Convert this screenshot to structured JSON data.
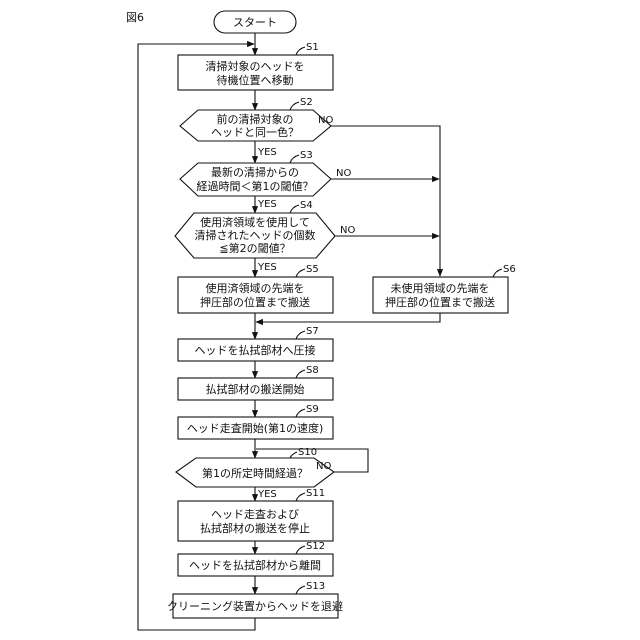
{
  "figure_label": "図6",
  "start": "スタート",
  "steps": {
    "s1": {
      "id": "S1",
      "lines": [
        "清掃対象のヘッドを",
        "待機位置へ移動"
      ]
    },
    "s2": {
      "id": "S2",
      "lines": [
        "前の清掃対象の",
        "ヘッドと同一色？"
      ]
    },
    "s3": {
      "id": "S3",
      "lines": [
        "最新の清掃からの",
        "経過時間＜第1の閾値？"
      ]
    },
    "s4": {
      "id": "S4",
      "lines": [
        "使用済領域を使用して",
        "清掃されたヘッドの個数",
        "≦第2の閾値？"
      ]
    },
    "s5": {
      "id": "S5",
      "lines": [
        "使用済領域の先端を",
        "押圧部の位置まで搬送"
      ]
    },
    "s6": {
      "id": "S6",
      "lines": [
        "未使用領域の先端を",
        "押圧部の位置まで搬送"
      ]
    },
    "s7": {
      "id": "S7",
      "lines": [
        "ヘッドを払拭部材へ圧接"
      ]
    },
    "s8": {
      "id": "S8",
      "lines": [
        "払拭部材の搬送開始"
      ]
    },
    "s9": {
      "id": "S9",
      "lines": [
        "ヘッド走査開始(第1の速度)"
      ]
    },
    "s10": {
      "id": "S10",
      "lines": [
        "第1の所定時間経過？"
      ]
    },
    "s11": {
      "id": "S11",
      "lines": [
        "ヘッド走査および",
        "払拭部材の搬送を停止"
      ]
    },
    "s12": {
      "id": "S12",
      "lines": [
        "ヘッドを払拭部材から離間"
      ]
    },
    "s13": {
      "id": "S13",
      "lines": [
        "クリーニング装置からヘッドを退避"
      ]
    }
  },
  "branch_labels": {
    "yes": "YES",
    "no": "NO"
  }
}
